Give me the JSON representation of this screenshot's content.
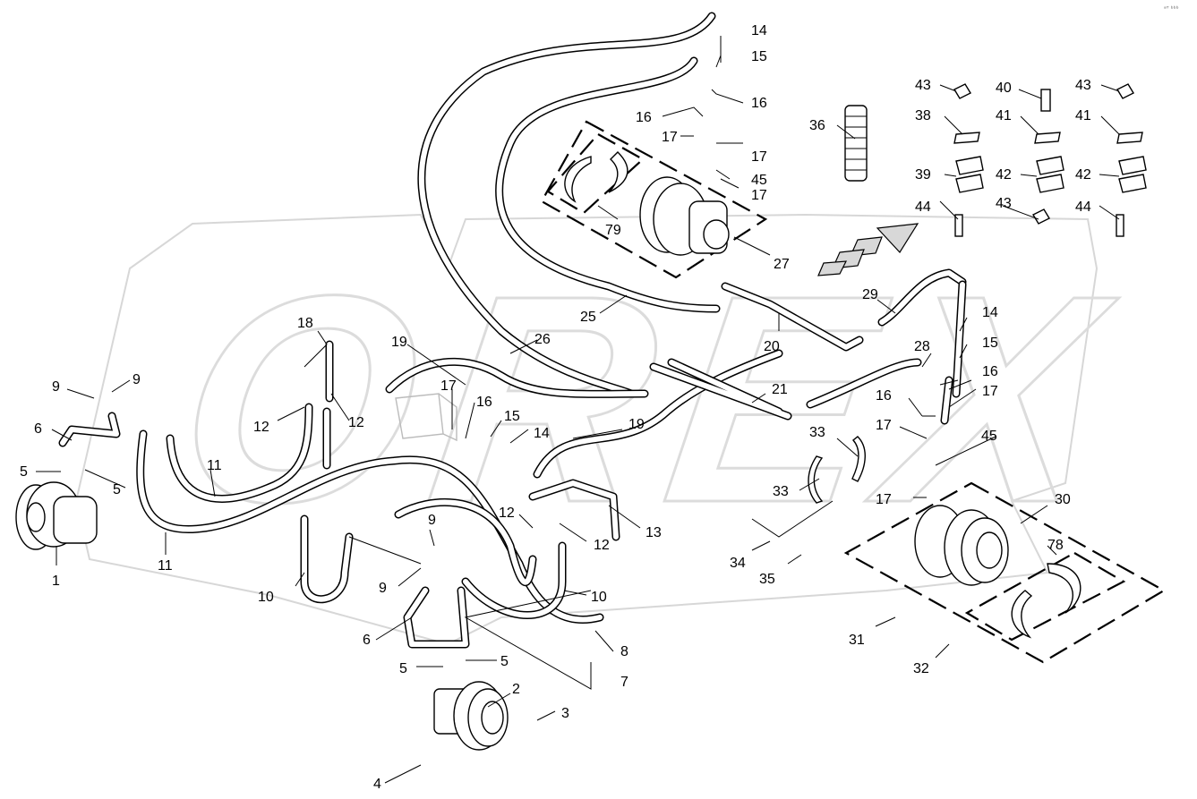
{
  "corner_mark": "ᵃᵀ ᵇᵇᵇ",
  "watermark": "OREX",
  "callouts": [
    {
      "id": "c1",
      "text": "1"
    },
    {
      "id": "c2",
      "text": "2"
    },
    {
      "id": "c3",
      "text": "3"
    },
    {
      "id": "c4",
      "text": "4"
    },
    {
      "id": "c5a",
      "text": "5"
    },
    {
      "id": "c5b",
      "text": "5"
    },
    {
      "id": "c5c",
      "text": "5"
    },
    {
      "id": "c5d",
      "text": "5"
    },
    {
      "id": "c6a",
      "text": "6"
    },
    {
      "id": "c6b",
      "text": "6"
    },
    {
      "id": "c7",
      "text": "7"
    },
    {
      "id": "c8",
      "text": "8"
    },
    {
      "id": "c9a",
      "text": "9"
    },
    {
      "id": "c9b",
      "text": "9"
    },
    {
      "id": "c9c",
      "text": "9"
    },
    {
      "id": "c9d",
      "text": "9"
    },
    {
      "id": "c10a",
      "text": "10"
    },
    {
      "id": "c10b",
      "text": "10"
    },
    {
      "id": "c11a",
      "text": "11"
    },
    {
      "id": "c11b",
      "text": "11"
    },
    {
      "id": "c12a",
      "text": "12"
    },
    {
      "id": "c12b",
      "text": "12"
    },
    {
      "id": "c12c",
      "text": "12"
    },
    {
      "id": "c12d",
      "text": "12"
    },
    {
      "id": "c13",
      "text": "13"
    },
    {
      "id": "c14a",
      "text": "14"
    },
    {
      "id": "c14b",
      "text": "14"
    },
    {
      "id": "c14c",
      "text": "14"
    },
    {
      "id": "c15a",
      "text": "15"
    },
    {
      "id": "c15b",
      "text": "15"
    },
    {
      "id": "c15c",
      "text": "15"
    },
    {
      "id": "c16a",
      "text": "16"
    },
    {
      "id": "c16b",
      "text": "16"
    },
    {
      "id": "c16c",
      "text": "16"
    },
    {
      "id": "c16d",
      "text": "16"
    },
    {
      "id": "c16e",
      "text": "16"
    },
    {
      "id": "c17a",
      "text": "17"
    },
    {
      "id": "c17b",
      "text": "17"
    },
    {
      "id": "c17c",
      "text": "17"
    },
    {
      "id": "c17d",
      "text": "17"
    },
    {
      "id": "c17e",
      "text": "17"
    },
    {
      "id": "c17f",
      "text": "17"
    },
    {
      "id": "c17g",
      "text": "17"
    },
    {
      "id": "c18",
      "text": "18"
    },
    {
      "id": "c19a",
      "text": "19"
    },
    {
      "id": "c19b",
      "text": "19"
    },
    {
      "id": "c20",
      "text": "20"
    },
    {
      "id": "c21",
      "text": "21"
    },
    {
      "id": "c25",
      "text": "25"
    },
    {
      "id": "c26",
      "text": "26"
    },
    {
      "id": "c27",
      "text": "27"
    },
    {
      "id": "c28",
      "text": "28"
    },
    {
      "id": "c29",
      "text": "29"
    },
    {
      "id": "c30",
      "text": "30"
    },
    {
      "id": "c31",
      "text": "31"
    },
    {
      "id": "c32",
      "text": "32"
    },
    {
      "id": "c33a",
      "text": "33"
    },
    {
      "id": "c33b",
      "text": "33"
    },
    {
      "id": "c34",
      "text": "34"
    },
    {
      "id": "c35",
      "text": "35"
    },
    {
      "id": "c36",
      "text": "36"
    },
    {
      "id": "c38",
      "text": "38"
    },
    {
      "id": "c39",
      "text": "39"
    },
    {
      "id": "c40",
      "text": "40"
    },
    {
      "id": "c41a",
      "text": "41"
    },
    {
      "id": "c41b",
      "text": "41"
    },
    {
      "id": "c42a",
      "text": "42"
    },
    {
      "id": "c42b",
      "text": "42"
    },
    {
      "id": "c43a",
      "text": "43"
    },
    {
      "id": "c43b",
      "text": "43"
    },
    {
      "id": "c43c",
      "text": "43"
    },
    {
      "id": "c44a",
      "text": "44"
    },
    {
      "id": "c44b",
      "text": "44"
    },
    {
      "id": "c45a",
      "text": "45"
    },
    {
      "id": "c45b",
      "text": "45"
    },
    {
      "id": "c78",
      "text": "78"
    },
    {
      "id": "c79",
      "text": "79"
    }
  ]
}
